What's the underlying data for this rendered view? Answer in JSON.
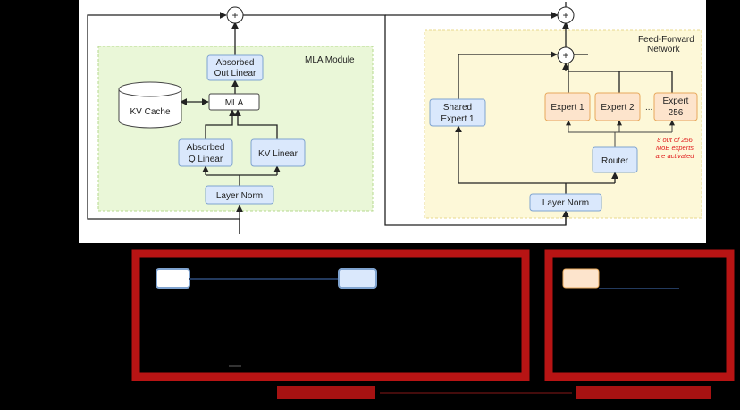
{
  "mla": {
    "module_title": "MLA Module",
    "kv_cache": "KV Cache",
    "mla": "MLA",
    "absorbed_out_linear": [
      "Absorbed",
      "Out Linear"
    ],
    "absorbed_q_linear": [
      "Absorbed",
      "Q Linear"
    ],
    "kv_linear": "KV Linear",
    "layer_norm": "Layer Norm"
  },
  "ffn": {
    "title": [
      "Feed-Forward",
      "Network"
    ],
    "shared_expert": [
      "Shared",
      "Expert 1"
    ],
    "expert1": "Expert 1",
    "expert2": "Expert 2",
    "ellipsis": "...",
    "expert256": [
      "Expert",
      "256"
    ],
    "router": "Router",
    "layer_norm": "Layer Norm",
    "activation_note": [
      "8 out of 256",
      "MoE experts",
      "are activated"
    ]
  },
  "symbols": {
    "plus": "+"
  },
  "colors": {
    "green_bg": "#eaf7d8",
    "yellow_bg": "#fdf8d8",
    "blue_box": "#dae8fc",
    "orange_box": "#fde4cc",
    "frame_red": "#b81414",
    "note_red": "#e01b1b"
  }
}
